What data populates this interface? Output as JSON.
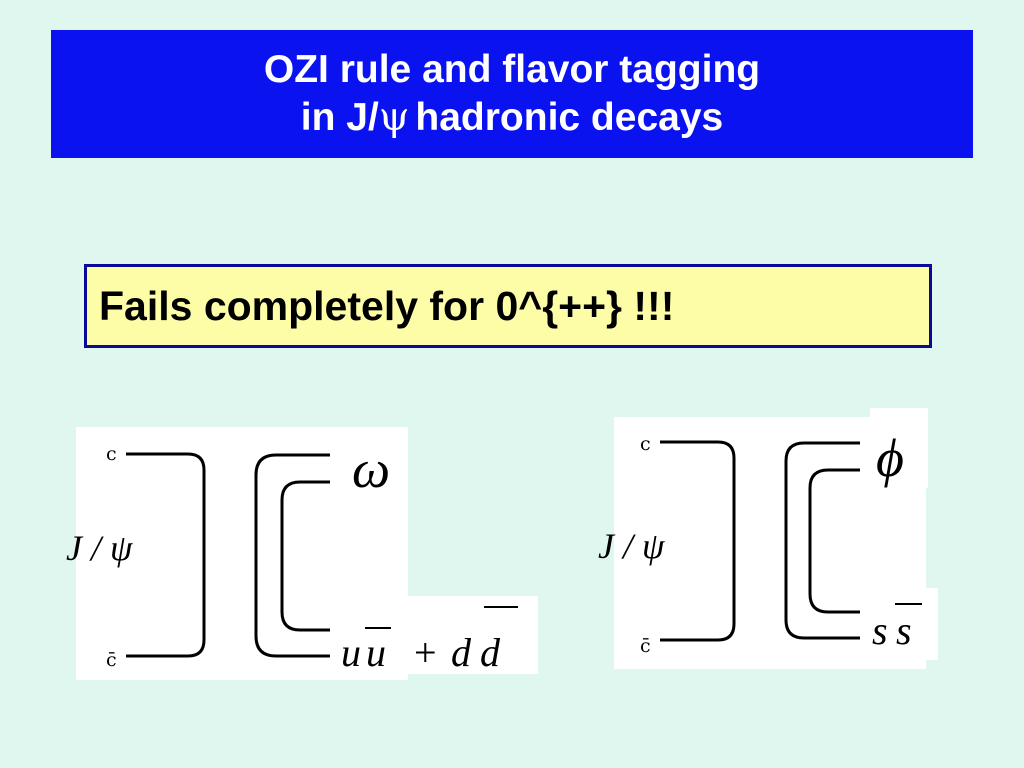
{
  "title": {
    "line1": "OZI rule and flavor tagging",
    "line2_prefix": "in J/",
    "line2_symbol": "ψ",
    "line2_suffix": "hadronic decays"
  },
  "notice": {
    "text": "Fails completely for 0^{++} !!!"
  },
  "diagrams": [
    {
      "quark_top": "c",
      "quark_bottom": "c̄",
      "initial_state": "J / ψ",
      "meson_top": "ω",
      "final_prefix": "u",
      "final_bar1": "u",
      "final_plus": "+",
      "final_d": "d",
      "final_bar2": "d"
    },
    {
      "quark_top": "c",
      "quark_bottom": "c̄",
      "initial_state": "J / ψ",
      "meson_top": "ϕ",
      "final_prefix": "s",
      "final_bar1": "s"
    }
  ],
  "colors": {
    "background": "#dff7ef",
    "title_bg": "#0b12f0",
    "notice_bg": "#fdfda8",
    "notice_border": "#0a0a9a"
  }
}
